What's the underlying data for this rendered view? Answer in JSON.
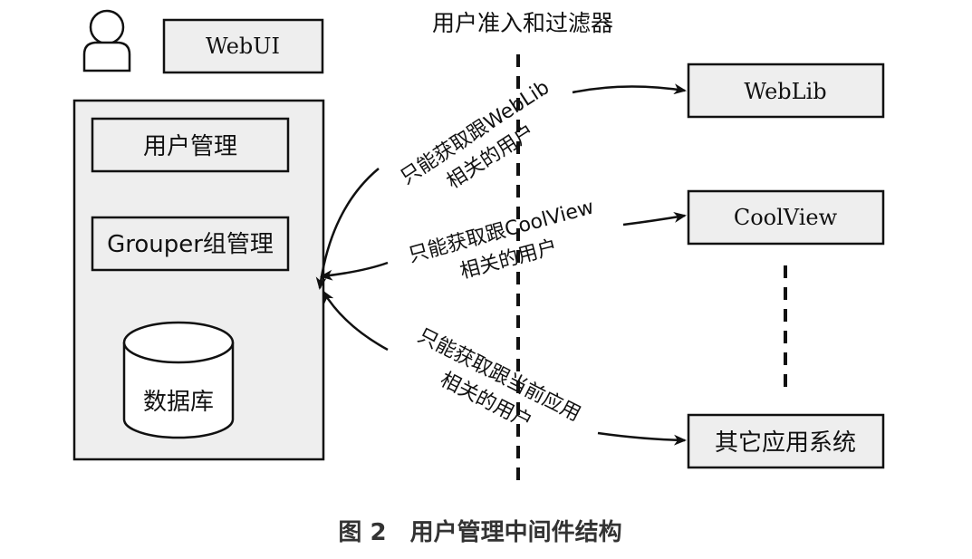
{
  "title": "用户准入和过滤器",
  "left": {
    "webui_label": "WebUI",
    "user_mgmt_label": "用户管理",
    "grouper_label": "Grouper组管理",
    "database_label": "数据库"
  },
  "right": {
    "weblib_label": "WebLib",
    "coolview_label": "CoolView",
    "other_label": "其它应用系统"
  },
  "arrow_labels": {
    "weblib_line1": "只能获取跟WebLib",
    "weblib_line2": "相关的用户",
    "coolview_line1": "只能获取跟CoolView",
    "coolview_line2": "相关的用户",
    "other_line1": "只能获取跟当前应用",
    "other_line2": "相关的用户"
  },
  "caption": "图 2　用户管理中间件结构",
  "colors": {
    "box_fill": "#eeeeee",
    "stroke": "#111111",
    "caption": "#333333"
  }
}
